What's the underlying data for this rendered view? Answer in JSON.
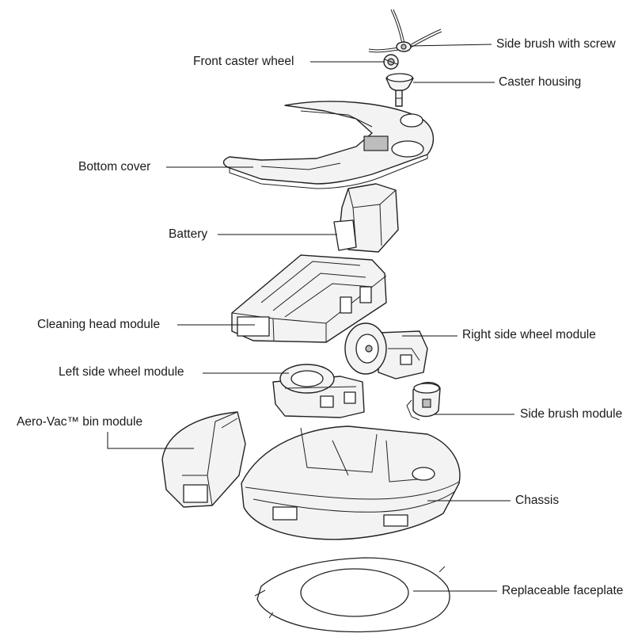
{
  "labels": {
    "side_brush_with_screw": "Side brush with screw",
    "front_caster_wheel": "Front caster wheel",
    "caster_housing": "Caster housing",
    "bottom_cover": "Bottom cover",
    "battery": "Battery",
    "cleaning_head_module": "Cleaning head module",
    "right_side_wheel_module": "Right side wheel module",
    "left_side_wheel_module": "Left side wheel module",
    "side_brush_module": "Side brush module",
    "aero_vac_bin_module": "Aero-Vac™ bin module",
    "chassis": "Chassis",
    "replaceable_faceplate": "Replaceable faceplate"
  },
  "colors": {
    "line": "#222222",
    "fill": "#f3f3f3",
    "shade": "#bdbdbd"
  }
}
